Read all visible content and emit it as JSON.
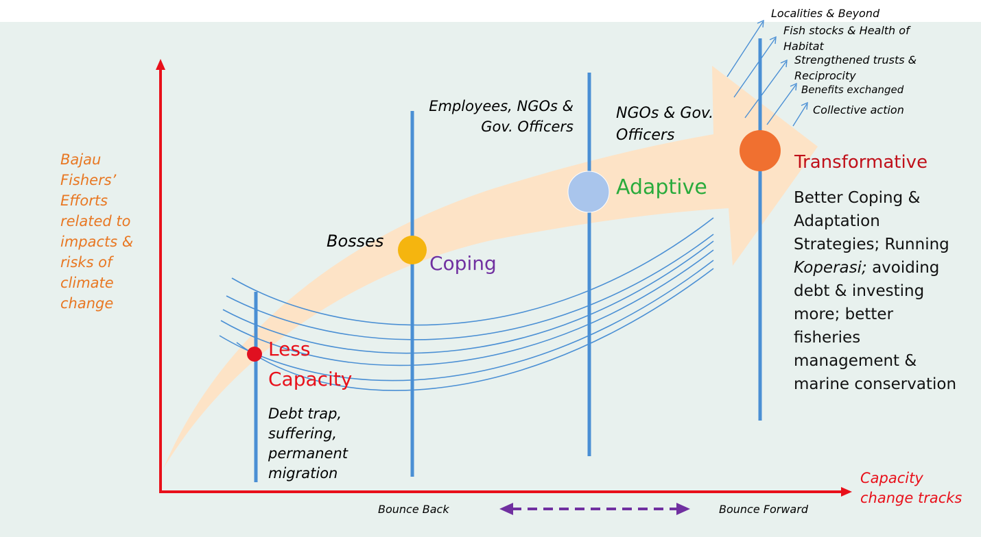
{
  "axes": {
    "y_label": "Bajau Fishers’ Efforts related to impacts & risks of climate change",
    "x_label": "Capacity change tracks"
  },
  "stages": {
    "less_capacity": "Less Capacity",
    "coping": "Coping",
    "adaptive": "Adaptive",
    "transformative": "Transformative"
  },
  "actors": {
    "bosses": "Bosses",
    "employees": "Employees, NGOs & Gov. Officers",
    "ngos": "NGOs & Gov. Officers"
  },
  "descriptions": {
    "less_capacity": "Debt trap, suffering, permanent migration",
    "transformative_before": "Better Coping & Adaptation Strategies; Running ",
    "transformative_term": "Koperasi;",
    "transformative_after": " avoiding debt & investing more; better fisheries management & marine conservation"
  },
  "outcomes": [
    "Localities & Beyond",
    "Fish stocks & Health of Habitat",
    "Strengthened trusts & Reciprocity",
    "Benefits exchanged",
    "Collective action"
  ],
  "bounce": {
    "back": "Bounce Back",
    "forward": "Bounce Forward"
  },
  "colors": {
    "background": "#e8f1ee",
    "axis": "#e8101a",
    "vertical_lines": "#4a8fd4",
    "big_arrow": "#fde3c6",
    "curves": "#4a8fd4",
    "less_dot": "#e01020",
    "coping_dot": "#f5b50f",
    "adaptive_dot": "#a9c5ec",
    "transformative_dot": "#f07030",
    "bounce_arrow": "#7030a0"
  },
  "icons": {
    "bounce": "double-headed-dashed-arrow",
    "outcomes": "upward-arrow"
  }
}
